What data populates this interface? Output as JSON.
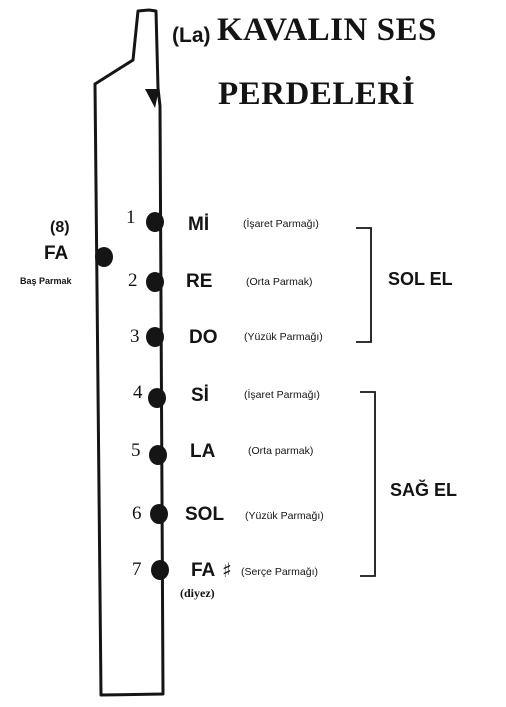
{
  "title": {
    "prefix": "(La)",
    "line1": "KAVALIN SES",
    "line2": "PERDELERİ"
  },
  "thumb_hole": {
    "number": "(8)",
    "note": "FA",
    "finger": "Baş Parmak"
  },
  "holes": [
    {
      "number": "1",
      "note": "Mİ",
      "finger": "(İşaret Parmağı)"
    },
    {
      "number": "2",
      "note": "RE",
      "finger": "(Orta Parmak)"
    },
    {
      "number": "3",
      "note": "DO",
      "finger": "(Yüzük Parmağı)"
    },
    {
      "number": "4",
      "note": "Sİ",
      "finger": "(İşaret Parmağı)"
    },
    {
      "number": "5",
      "note": "LA",
      "finger": "(Orta parmak)"
    },
    {
      "number": "6",
      "note": "SOL",
      "finger": "(Yüzük Parmağı)"
    },
    {
      "number": "7",
      "note": "FA",
      "finger": "(Serçe Parmağı)"
    }
  ],
  "sharp_symbol": "♯",
  "sharp_label": "(diyez)",
  "hands": {
    "left": "SOL EL",
    "right": "SAĞ EL"
  }
}
